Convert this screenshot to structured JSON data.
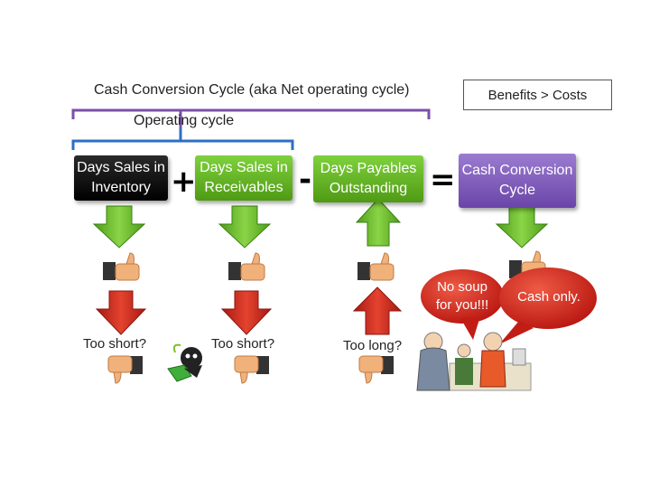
{
  "title": "Cash Conversion Cycle (aka Net operating cycle)",
  "benefits_label": "Benefits > Costs",
  "operating_cycle_label": "Operating cycle",
  "boxes": {
    "dsi": "Days Sales in\nInventory",
    "dsr": "Days Sales in\nReceivables",
    "dpo": "Days Payables\nOutstanding",
    "ccc": "Cash Conversion\nCycle"
  },
  "operators": {
    "plus": "+",
    "minus": "-",
    "equals": "="
  },
  "outcomes": {
    "dsi": "Too short?",
    "dsr": "Too short?",
    "dpo": "Too long?"
  },
  "speech": {
    "soup": "No soup\nfor you!!!",
    "cash": "Cash only."
  },
  "colors": {
    "arrow_green": "#6cbf2c",
    "arrow_red": "#d42a1f",
    "bracket": "#7b4fa8",
    "bracket_blue": "#2c6fc4",
    "bubble_red": "#d8231a"
  },
  "icons": [
    "thumbs-up-icon",
    "thumbs-down-icon",
    "down-arrow-icon",
    "up-arrow-icon",
    "speech-bubble-icon"
  ]
}
